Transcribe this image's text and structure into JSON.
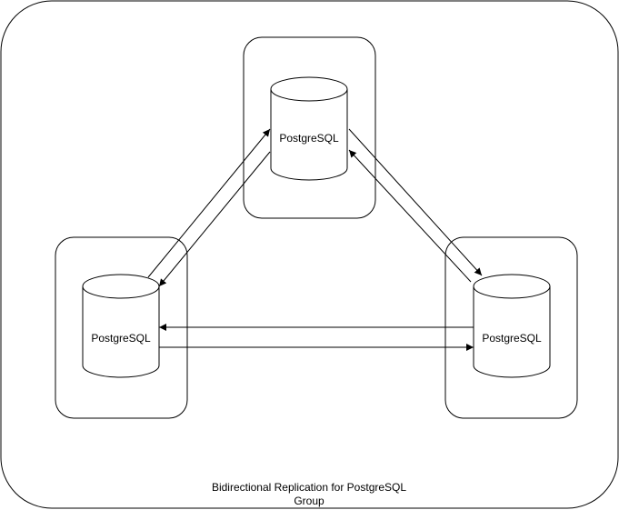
{
  "diagram": {
    "nodes": {
      "top": {
        "label": "PostgreSQL"
      },
      "left": {
        "label": "PostgreSQL"
      },
      "right": {
        "label": "PostgreSQL"
      }
    },
    "caption": {
      "line1": "Bidirectional Replication for PostgreSQL",
      "line2": "Group"
    }
  }
}
